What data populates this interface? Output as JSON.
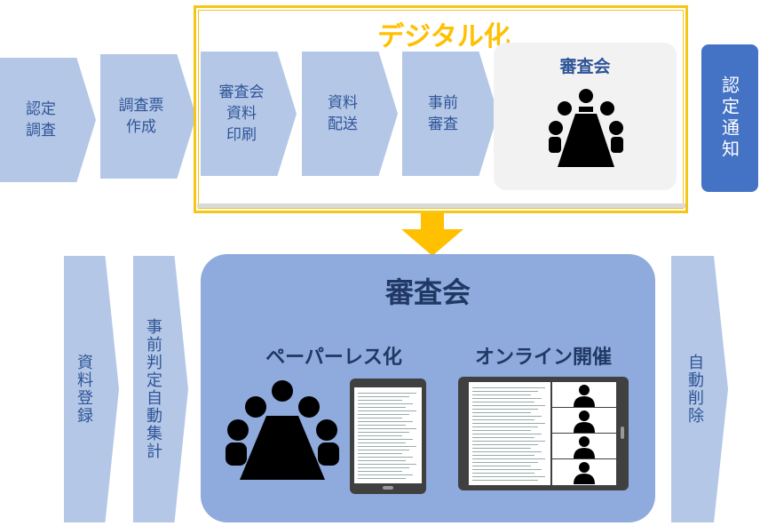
{
  "top_steps": [
    {
      "label": "認定\n調査"
    },
    {
      "label": "調査票\n作成"
    },
    {
      "label": "審査会\n資料\n印刷"
    },
    {
      "label": "資料\n配送"
    },
    {
      "label": "事前\n審査"
    }
  ],
  "digital_title": "デジタル化",
  "meeting_small_label": "審査会",
  "notify_label": "認定通知",
  "bottom_left_steps": [
    {
      "label": "資料登録"
    },
    {
      "label": "事前判定自動集計"
    }
  ],
  "bottom_right_step": {
    "label": "自動削除"
  },
  "big_meeting": {
    "title": "審査会",
    "paperless_label": "ペーパーレス化",
    "online_label": "オンライン開催"
  },
  "colors": {
    "step": "#b4c7e7",
    "step_text": "#2f5597",
    "digital": "#ffc000",
    "notify": "#4472c4",
    "panel": "#8faadc"
  },
  "icons": [
    "meeting-table-icon",
    "down-arrow-icon",
    "tablet-document-icon",
    "video-participant-icon"
  ]
}
